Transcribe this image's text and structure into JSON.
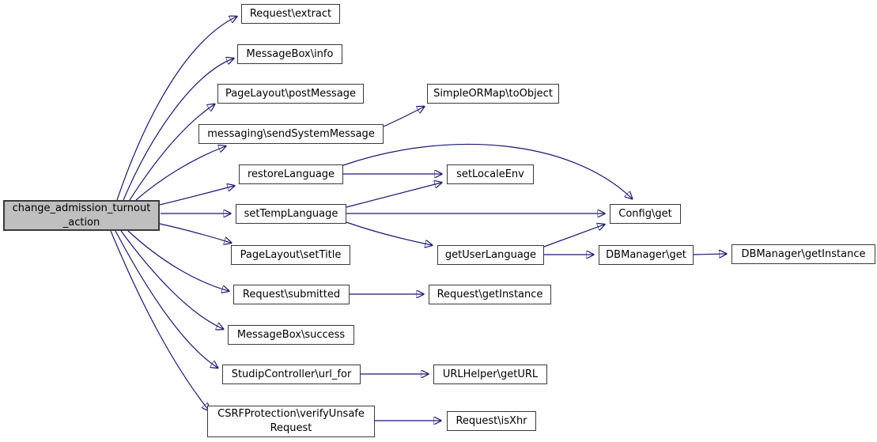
{
  "diagram": {
    "kind": "doxygen-call-graph",
    "root_function": "change_admission_turnout_action",
    "colors": {
      "edge": "#191970",
      "node_border": "#3a3a3a",
      "node_fill": "#ffffff",
      "main_node_fill": "#bfbfbf",
      "background": "#ffffff",
      "text": "#000000"
    }
  },
  "nodes": [
    {
      "id": "change_admission_turnout_action",
      "label": "change_admission_turnout_action",
      "lines": [
        "change_admission_turnout",
        "_action"
      ],
      "is_main": true
    },
    {
      "id": "request_extract",
      "label": "Request\\extract"
    },
    {
      "id": "messagebox_info",
      "label": "MessageBox\\info"
    },
    {
      "id": "pagelayout_postmessage",
      "label": "PageLayout\\postMessage"
    },
    {
      "id": "messaging_sendsystemmessage",
      "label": "messaging\\sendSystemMessage"
    },
    {
      "id": "simpleormap_toobject",
      "label": "SimpleORMap\\toObject"
    },
    {
      "id": "restorelanguage",
      "label": "restoreLanguage"
    },
    {
      "id": "setlocaleenv",
      "label": "setLocaleEnv"
    },
    {
      "id": "settemplanguage",
      "label": "setTempLanguage"
    },
    {
      "id": "config_get",
      "label": "Config\\get"
    },
    {
      "id": "pagelayout_settitle",
      "label": "PageLayout\\setTitle"
    },
    {
      "id": "getuserlanguage",
      "label": "getUserLanguage"
    },
    {
      "id": "dbmanager_get",
      "label": "DBManager\\get"
    },
    {
      "id": "dbmanager_getinstance",
      "label": "DBManager\\getInstance"
    },
    {
      "id": "request_submitted",
      "label": "Request\\submitted"
    },
    {
      "id": "request_getinstance",
      "label": "Request\\getInstance"
    },
    {
      "id": "messagebox_success",
      "label": "MessageBox\\success"
    },
    {
      "id": "studipcontroller_url_for",
      "label": "StudipController\\url_for"
    },
    {
      "id": "urlhelper_geturl",
      "label": "URLHelper\\getURL"
    },
    {
      "id": "csrfprotection_verifyunsaferequest",
      "label": "CSRFProtection\\verifyUnsafeRequest",
      "lines": [
        "CSRFProtection\\verifyUnsafe",
        "Request"
      ]
    },
    {
      "id": "request_isxhr",
      "label": "Request\\isXhr"
    }
  ],
  "edges": [
    {
      "from": "change_admission_turnout_action",
      "to": "Request\\extract"
    },
    {
      "from": "change_admission_turnout_action",
      "to": "MessageBox\\info"
    },
    {
      "from": "change_admission_turnout_action",
      "to": "PageLayout\\postMessage"
    },
    {
      "from": "change_admission_turnout_action",
      "to": "messaging\\sendSystemMessage"
    },
    {
      "from": "change_admission_turnout_action",
      "to": "restoreLanguage"
    },
    {
      "from": "change_admission_turnout_action",
      "to": "setTempLanguage"
    },
    {
      "from": "change_admission_turnout_action",
      "to": "PageLayout\\setTitle"
    },
    {
      "from": "change_admission_turnout_action",
      "to": "Request\\submitted"
    },
    {
      "from": "change_admission_turnout_action",
      "to": "MessageBox\\success"
    },
    {
      "from": "change_admission_turnout_action",
      "to": "StudipController\\url_for"
    },
    {
      "from": "change_admission_turnout_action",
      "to": "CSRFProtection\\verifyUnsafeRequest"
    },
    {
      "from": "messaging\\sendSystemMessage",
      "to": "SimpleORMap\\toObject"
    },
    {
      "from": "restoreLanguage",
      "to": "setLocaleEnv"
    },
    {
      "from": "restoreLanguage",
      "to": "Config\\get"
    },
    {
      "from": "setTempLanguage",
      "to": "setLocaleEnv"
    },
    {
      "from": "setTempLanguage",
      "to": "Config\\get"
    },
    {
      "from": "setTempLanguage",
      "to": "getUserLanguage"
    },
    {
      "from": "getUserLanguage",
      "to": "Config\\get"
    },
    {
      "from": "getUserLanguage",
      "to": "DBManager\\get"
    },
    {
      "from": "DBManager\\get",
      "to": "DBManager\\getInstance"
    },
    {
      "from": "Request\\submitted",
      "to": "Request\\getInstance"
    },
    {
      "from": "StudipController\\url_for",
      "to": "URLHelper\\getURL"
    },
    {
      "from": "CSRFProtection\\verifyUnsafeRequest",
      "to": "Request\\isXhr"
    }
  ]
}
